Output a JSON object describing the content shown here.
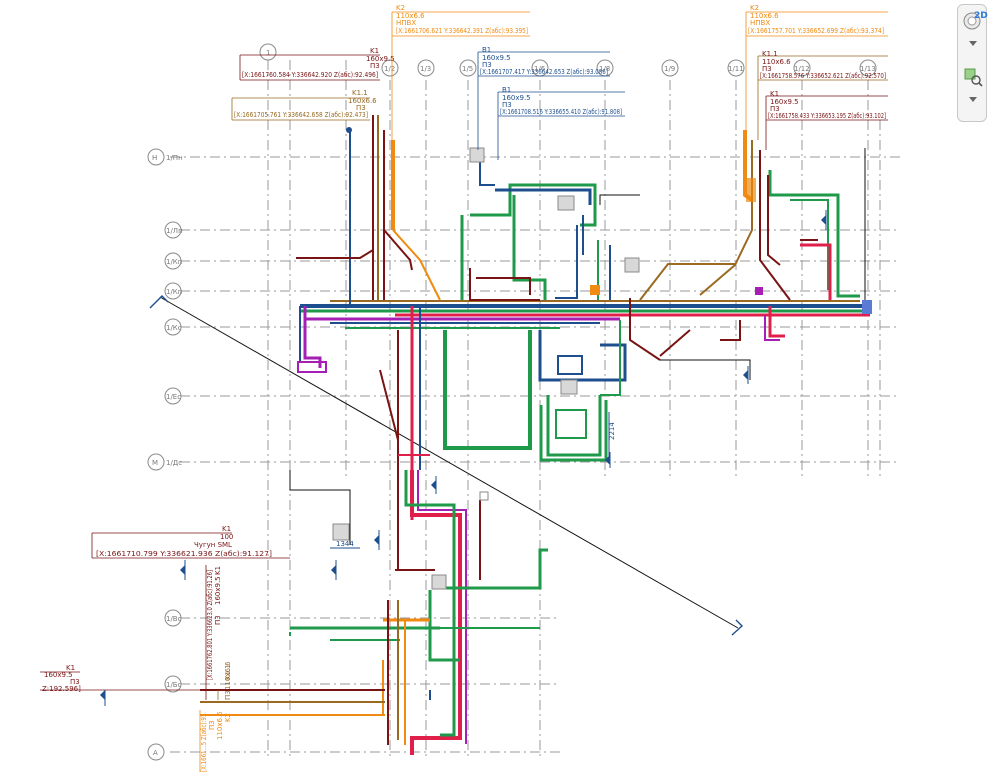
{
  "grid_rows": [
    {
      "label": "Н",
      "suffix": "1/Пн"
    },
    {
      "label": "1/Лп",
      "suffix": ""
    },
    {
      "label": "1/Кп",
      "suffix": ""
    },
    {
      "label": "1/Кп",
      "suffix": ""
    },
    {
      "label": "1/Кс",
      "suffix": ""
    },
    {
      "label": "1/Ес",
      "suffix": ""
    },
    {
      "label": "М",
      "suffix": "1/Дс"
    },
    {
      "label": "1/Вс",
      "suffix": ""
    },
    {
      "label": "1/Бс",
      "suffix": ""
    },
    {
      "label": "А",
      "suffix": ""
    }
  ],
  "grid_cols": [
    {
      "label": "1"
    },
    {
      "label": "1/2"
    },
    {
      "label": "1/3"
    },
    {
      "label": "1/5"
    },
    {
      "label": "1/6"
    },
    {
      "label": "1/8"
    },
    {
      "label": "1/9"
    },
    {
      "label": "1/11"
    },
    {
      "label": "1/12"
    },
    {
      "label": "1/13"
    }
  ],
  "callouts": {
    "k1_top": {
      "l1": "K1",
      "l2": "160x9.5",
      "l3": "П3",
      "l4": "[X:1661760.584 Y:336642.920 Z(абс):92.496]"
    },
    "k1_1": {
      "l1": "K1.1",
      "l2": "160x6.6",
      "l3": "П3",
      "l4": "[X:1661705.761 Y:336642.658 Z(абс):92.473]"
    },
    "k2_center": {
      "l1": "K2",
      "l2": "110x6.6",
      "l3": "HПВХ",
      "l4": "[X:1661706.621 Y:336642.391 Z(абс):93.395]"
    },
    "b1_a": {
      "l1": "B1",
      "l2": "160x9.5",
      "l3": "П3",
      "l4": "[X:1661707.417 Y:336642.653 Z(абс):93.086]"
    },
    "b1_b": {
      "l1": "B1",
      "l2": "160x9.5",
      "l3": "П3",
      "l4": "[X:1661708.516 Y:336655.410 Z(абс):91.808]"
    },
    "k2_right": {
      "l1": "K2",
      "l2": "110x6.6",
      "l3": "HПВХ",
      "l4": "[X:1661757.701 Y:336652.699 Z(абс):93.374]"
    },
    "k1_1_right": {
      "l1": "K1.1",
      "l2": "110x6.6",
      "l3": "П3",
      "l4": "[X:1661758.576 Y:336652.621 Z(абс):92.570]"
    },
    "k1_right": {
      "l1": "K1",
      "l2": "160x9.5",
      "l3": "П3",
      "l4": "[X:1661758.433 Y:336653.195 Z(абс):93.102]"
    },
    "k1_left": {
      "l1": "K1",
      "l2": "100",
      "l3": "Чугун SML",
      "l4": "[X:1661710.799 Y:336621.936 Z(абс):91.127]"
    },
    "k1_bottom": {
      "l1": "K1",
      "l2": "160x9.5",
      "l3": "П3",
      "l4": "Z:192.596]"
    }
  },
  "vertical_tags": {
    "brown": [
      "[X:1661762.801 Y:336623.0 Z(абс):91.26]",
      "П3",
      "160x9.5",
      "K1"
    ],
    "tan": [
      "[X:1661726.801 Y:3366.0...]",
      "П3",
      "110x6.6",
      "K1.1"
    ],
    "orange": [
      "[X:1661...5 Z(абс):91.",
      "П3",
      "110x6.6",
      "K2"
    ]
  },
  "dimensions": [
    "1344",
    "2214"
  ],
  "viewcube": {
    "label": "2D"
  },
  "colors": {
    "green": "#1f9a4a",
    "blue": "#1d4f8f",
    "red": "#e0204a",
    "magenta": "#a61fb5",
    "orange": "#f08a10",
    "brown": "#7a1414",
    "tan": "#9a6a22",
    "grid": "#9a9a9a"
  }
}
